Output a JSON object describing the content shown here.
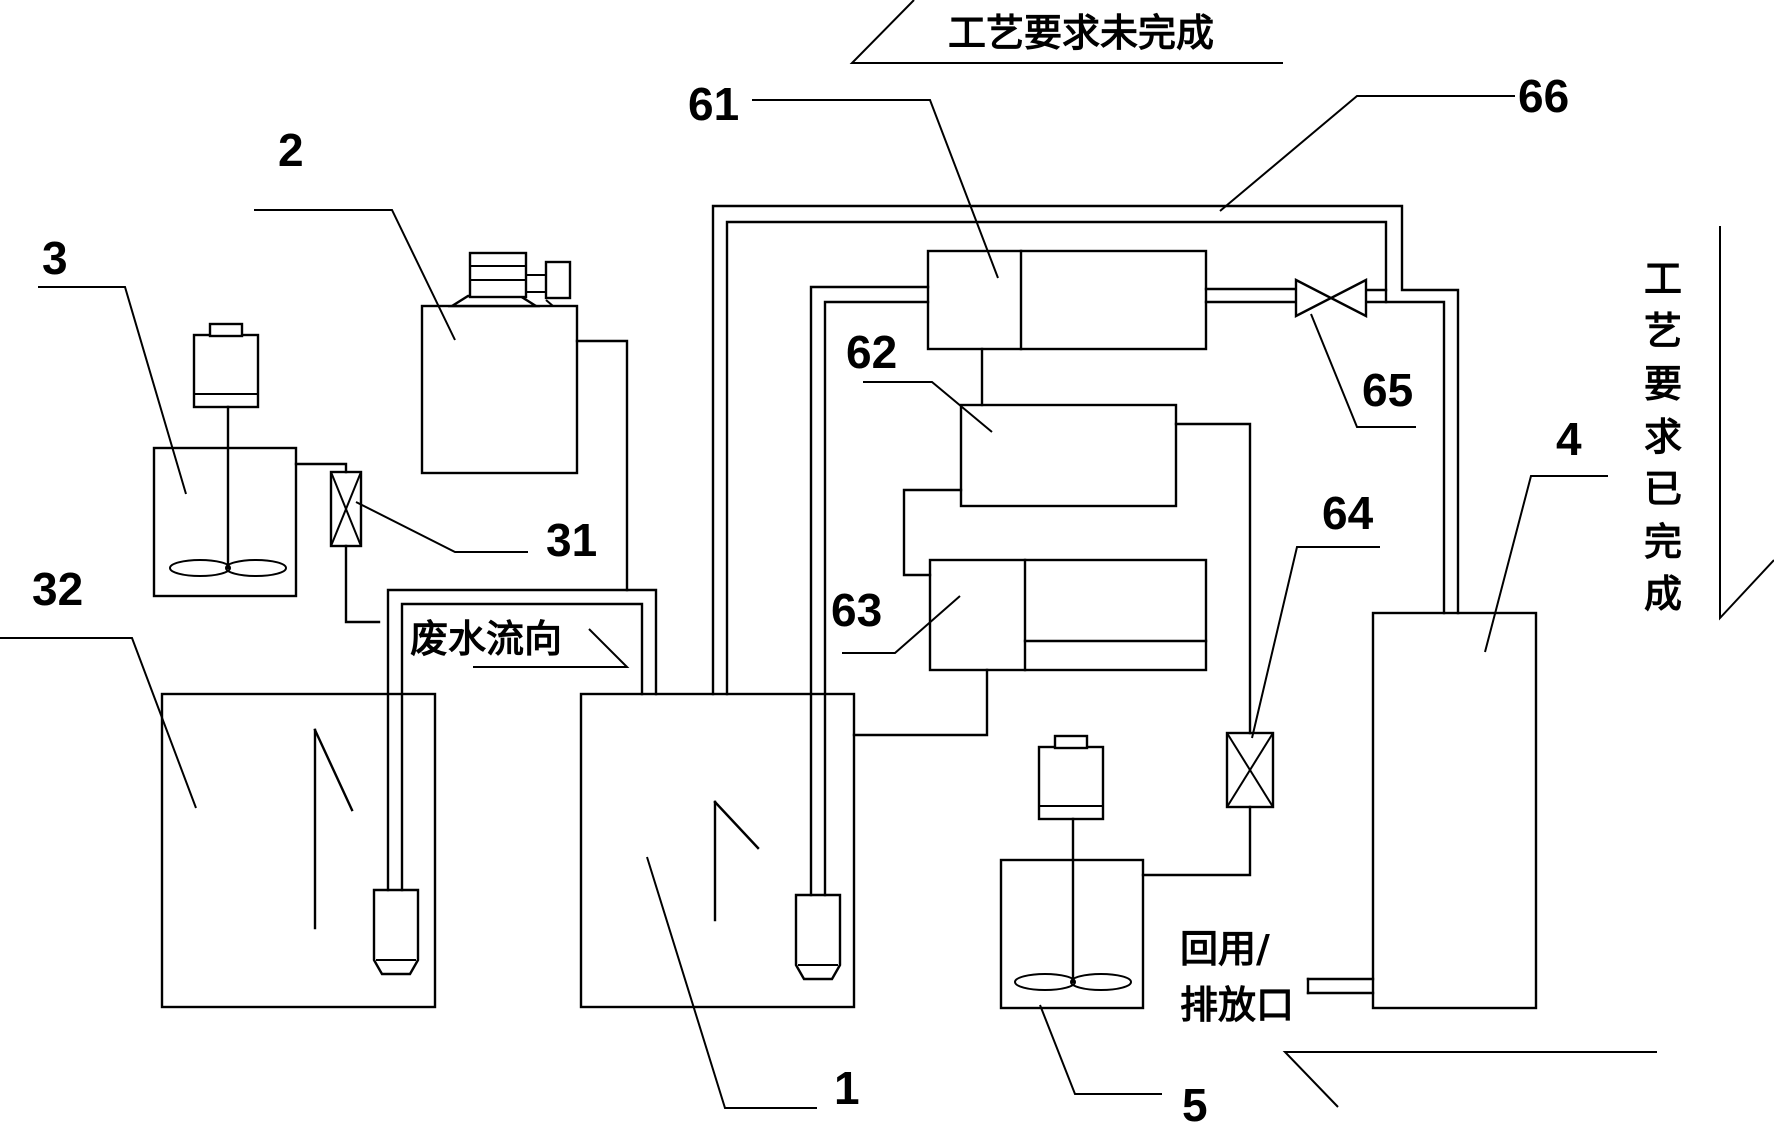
{
  "labels": {
    "n1": "1",
    "n2": "2",
    "n3": "3",
    "n4": "4",
    "n5": "5",
    "n31": "31",
    "n32": "32",
    "n61": "61",
    "n62": "62",
    "n63": "63",
    "n64": "64",
    "n65": "65",
    "n66": "66"
  },
  "texts": {
    "process_incomplete": "工艺要求未完成",
    "process_complete_chars": [
      "工",
      "艺",
      "要",
      "求",
      "已",
      "完",
      "成"
    ],
    "wastewater_flow": "废水流向",
    "reuse_line1": "回用/",
    "reuse_line2": "排放口"
  }
}
